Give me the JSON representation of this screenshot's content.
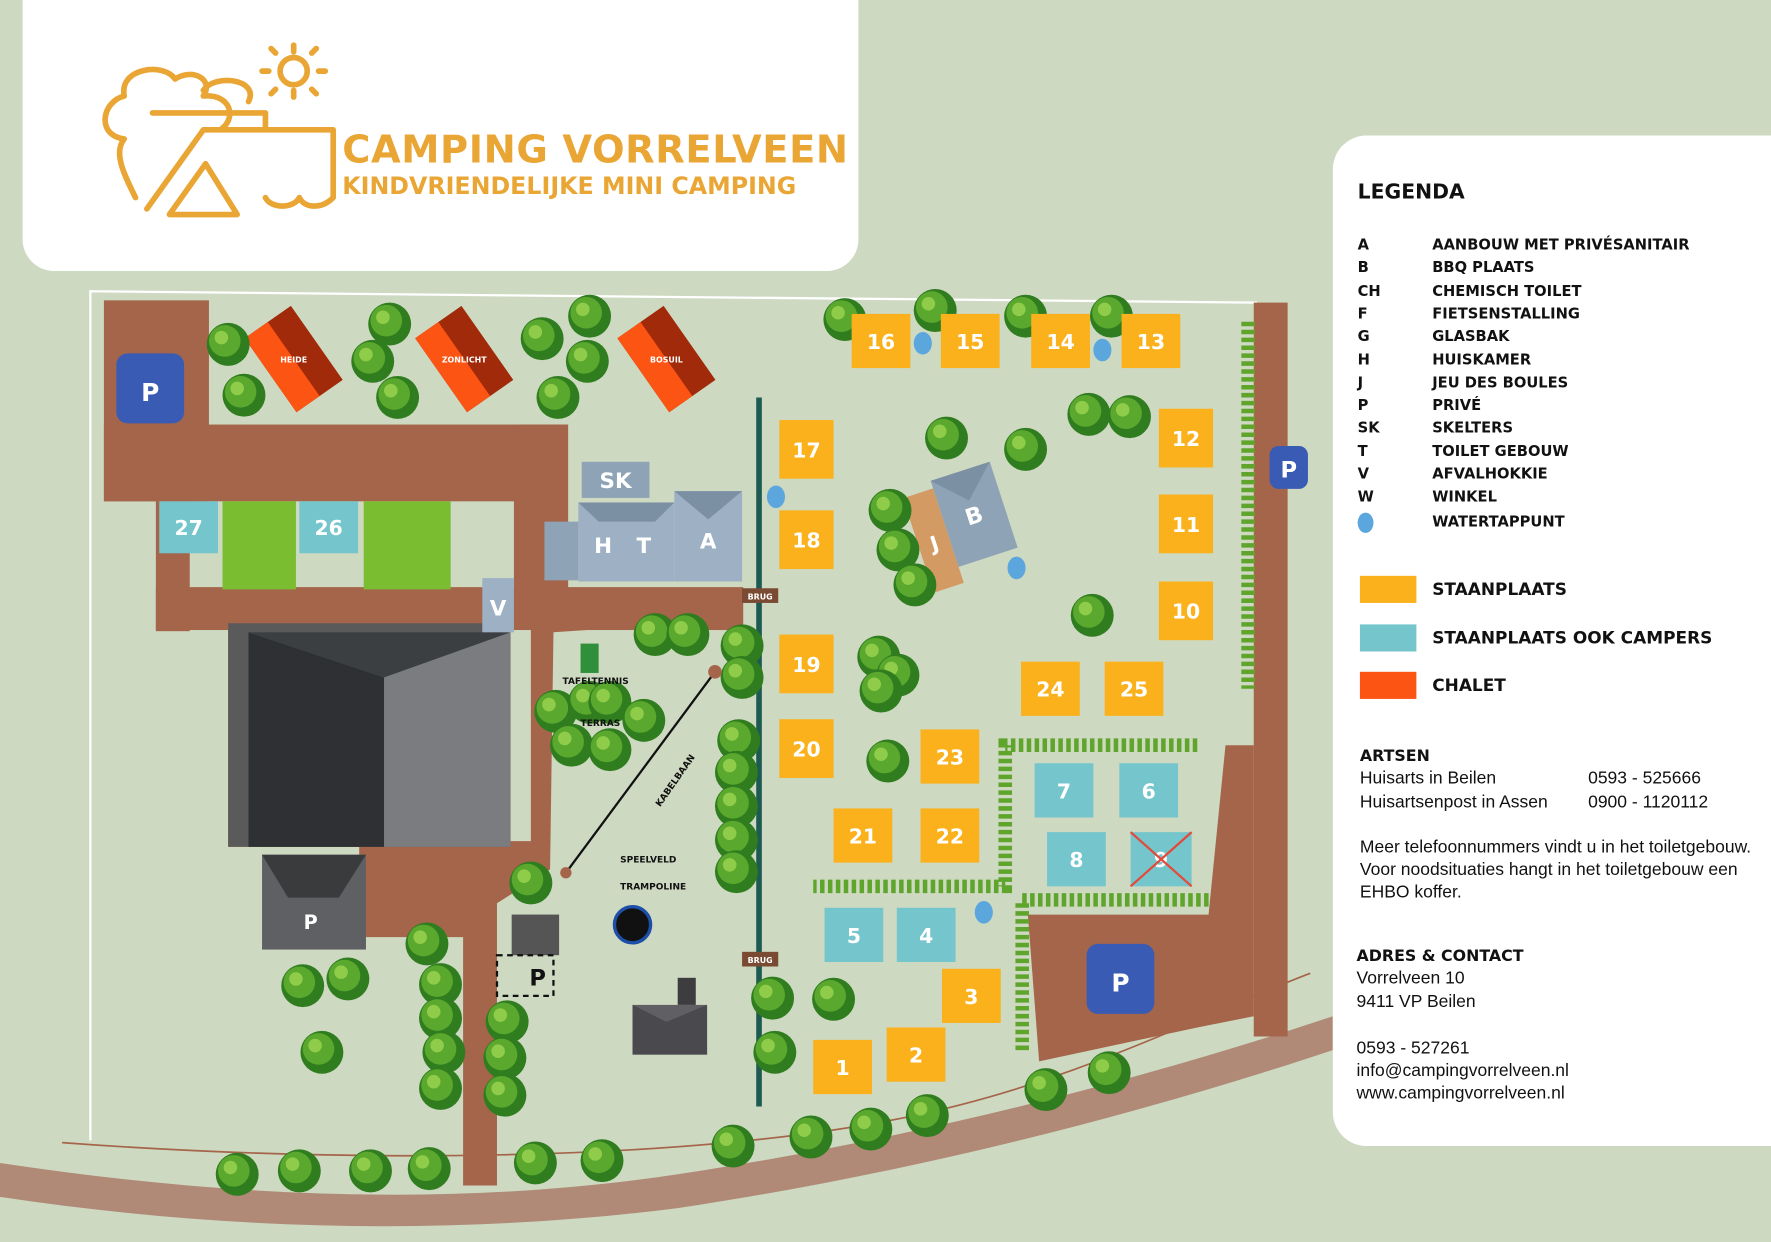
{
  "header": {
    "title": "CAMPING VORRELVEEN",
    "subtitle": "KINDVRIENDELIJKE MINI CAMPING"
  },
  "legend": {
    "title": "LEGENDA",
    "items": [
      {
        "key": "A",
        "label": "AANBOUW MET PRIVÉSANITAIR"
      },
      {
        "key": "B",
        "label": "BBQ PLAATS"
      },
      {
        "key": "CH",
        "label": "CHEMISCH TOILET"
      },
      {
        "key": "F",
        "label": "FIETSENSTALLING"
      },
      {
        "key": "G",
        "label": "GLASBAK"
      },
      {
        "key": "H",
        "label": "HUISKAMER"
      },
      {
        "key": "J",
        "label": "JEU DES BOULES"
      },
      {
        "key": "P",
        "label": "PRIVÉ"
      },
      {
        "key": "SK",
        "label": "SKELTERS"
      },
      {
        "key": "T",
        "label": "TOILET GEBOUW"
      },
      {
        "key": "V",
        "label": "AFVALHOKKIE"
      },
      {
        "key": "W",
        "label": "WINKEL"
      },
      {
        "key": "water-drop-icon",
        "label": "WATERTAPPUNT"
      }
    ],
    "colors": [
      {
        "label": "STAANPLAATS",
        "color": "#fbb11c"
      },
      {
        "label": "STAANPLAATS OOK CAMPERS",
        "color": "#74c6cc"
      },
      {
        "label": "CHALET",
        "color": "#fc5413"
      }
    ]
  },
  "artsen": {
    "title": "ARTSEN",
    "rows": [
      {
        "name": "Huisarts in Beilen",
        "phone": "0593 - 525666"
      },
      {
        "name": "Huisartsenpost in Assen",
        "phone": "0900 - 1120112"
      }
    ],
    "note": "Meer telefoonnummers vindt u in het toiletgebouw. Voor noodsituaties hangt in het toiletgebouw een EHBO koffer."
  },
  "contact": {
    "title": "ADRES & CONTACT",
    "street": "Vorrelveen 10",
    "city": "9411 VP Beilen",
    "phone": "0593 - 527261",
    "email": "info@campingvorrelveen.nl",
    "web": "www.campingvorrelveen.nl"
  },
  "map": {
    "pitches": [
      "1",
      "2",
      "3",
      "4",
      "5",
      "6",
      "7",
      "8",
      "9",
      "10",
      "11",
      "12",
      "13",
      "14",
      "15",
      "16",
      "17",
      "18",
      "19",
      "20",
      "21",
      "22",
      "23",
      "24",
      "25",
      "26",
      "27"
    ],
    "chalets": [
      "HEIDE",
      "ZONLICHT",
      "BOSUIL"
    ],
    "buildings": {
      "sk": "SK",
      "h": "H",
      "t": "T",
      "a": "A",
      "v": "V",
      "b": "B",
      "j": "J",
      "p1": "P",
      "p2": "P"
    },
    "parking": "P",
    "labels": {
      "brug": "BRUG",
      "tafeltennis": "TAFELTENNIS",
      "terras": "TERRAS",
      "kabelbaan": "KABELBAAN",
      "speelveld": "SPEELVELD",
      "trampoline": "TRAMPOLINE"
    }
  }
}
